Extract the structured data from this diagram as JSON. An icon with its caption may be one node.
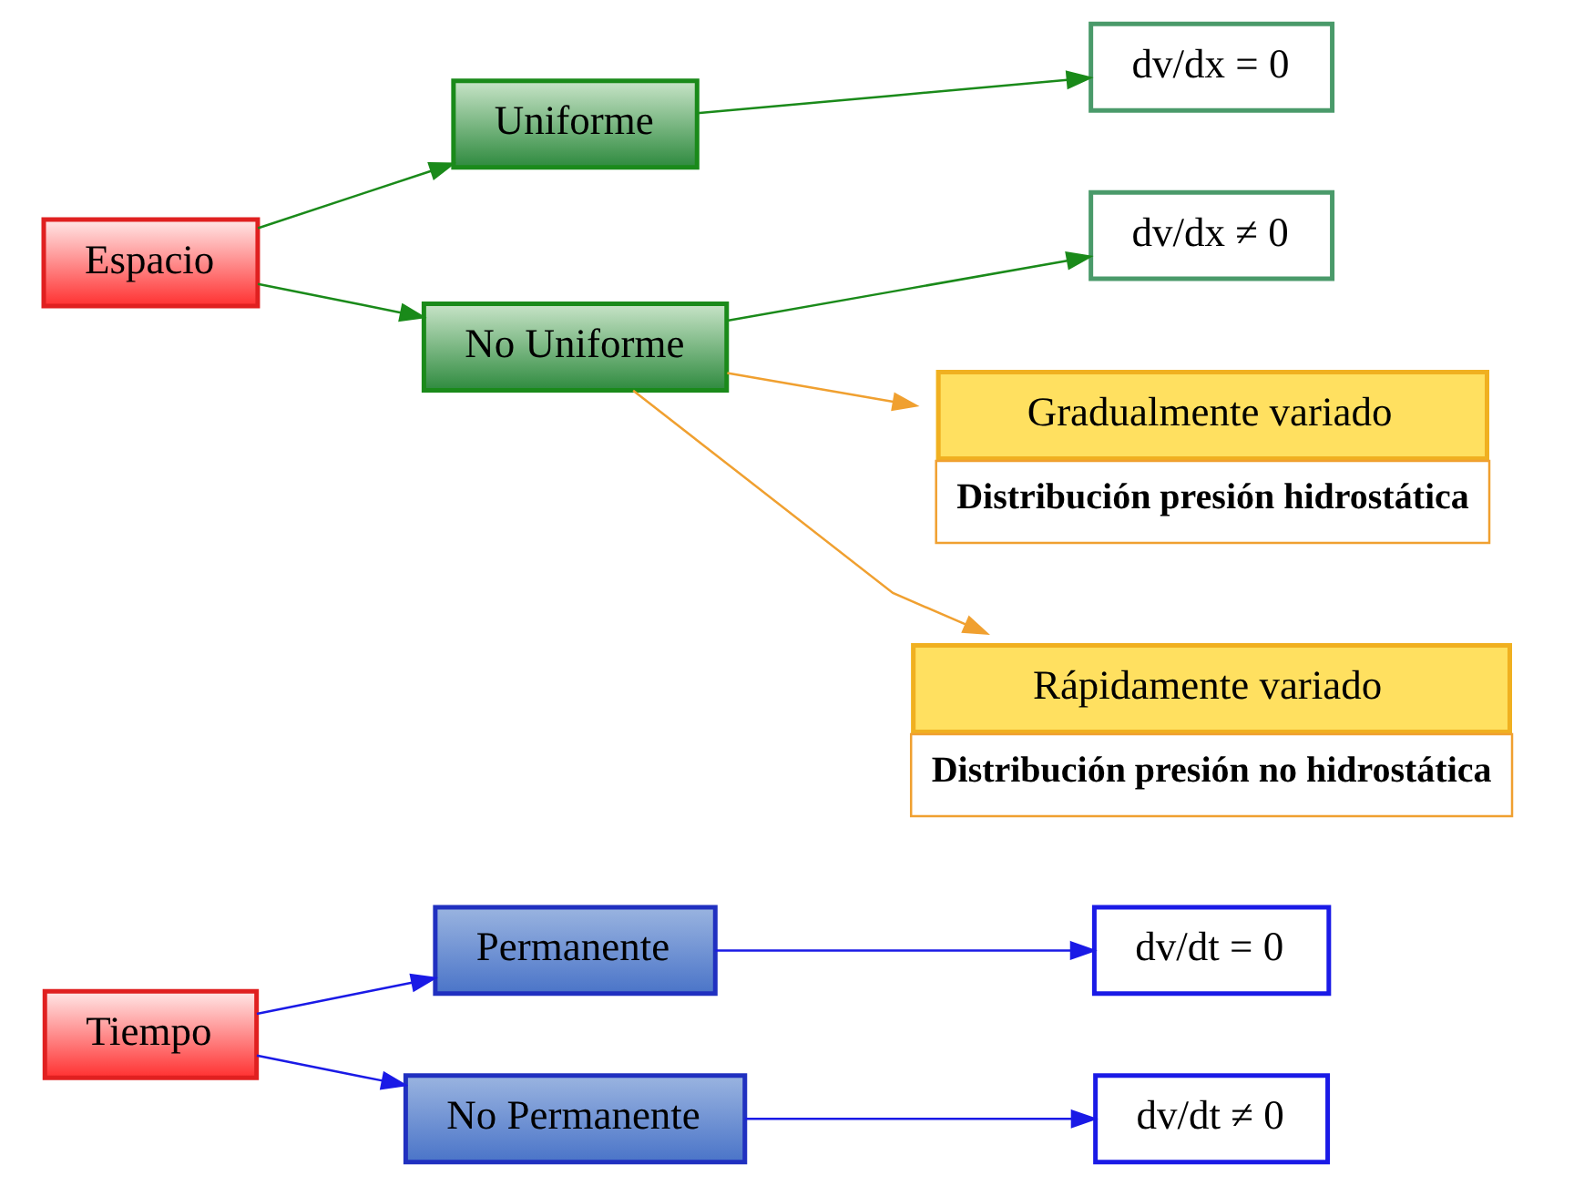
{
  "diagram": {
    "nodes": [
      {
        "text": [
          "Tiempo"
        ]
      },
      {
        "text": [
          "Permanente"
        ]
      },
      {
        "text": [
          "dv/dt = 0"
        ]
      },
      {
        "text": [
          "No Permanente"
        ]
      },
      {
        "text": [
          "dv/dt ≠ 0"
        ]
      },
      {
        "text": [
          "Espacio"
        ]
      },
      {
        "text": [
          "Uniforme"
        ]
      },
      {
        "text": [
          "dv/dx = 0"
        ]
      },
      {
        "text": [
          "No Uniforme"
        ]
      },
      {
        "text": [
          "dv/dx ≠ 0"
        ]
      },
      {
        "text": [
          "Gradualmente variado",
          "Distribución presión hidrostática"
        ]
      },
      {
        "text": [
          "Rápidamente variado",
          "Distribución presión no hidrostática"
        ]
      }
    ],
    "edges": [
      {
        "from": 0,
        "to": 1,
        "arrow": "to",
        "color": "#1a1ae6"
      },
      {
        "from": 0,
        "to": 3,
        "arrow": "to",
        "color": "#1a1ae6"
      },
      {
        "from": 1,
        "to": 2,
        "arrow": "to",
        "color": "#1a1ae6"
      },
      {
        "from": 3,
        "to": 4,
        "arrow": "to",
        "color": "#1a1ae6"
      },
      {
        "from": 5,
        "to": 6,
        "arrow": "to",
        "color": "#1a8a1a"
      },
      {
        "from": 5,
        "to": 8,
        "arrow": "to",
        "color": "#1a8a1a"
      },
      {
        "from": 6,
        "to": 7,
        "arrow": "to",
        "color": "#1a8a1a"
      },
      {
        "from": 8,
        "to": 9,
        "arrow": "to",
        "color": "#1a8a1a"
      },
      {
        "from": 8,
        "to": 10,
        "arrow": "to",
        "color": "#f0a030"
      },
      {
        "from": 8,
        "to": 11,
        "arrow": "to",
        "color": "#f0a030"
      }
    ]
  }
}
